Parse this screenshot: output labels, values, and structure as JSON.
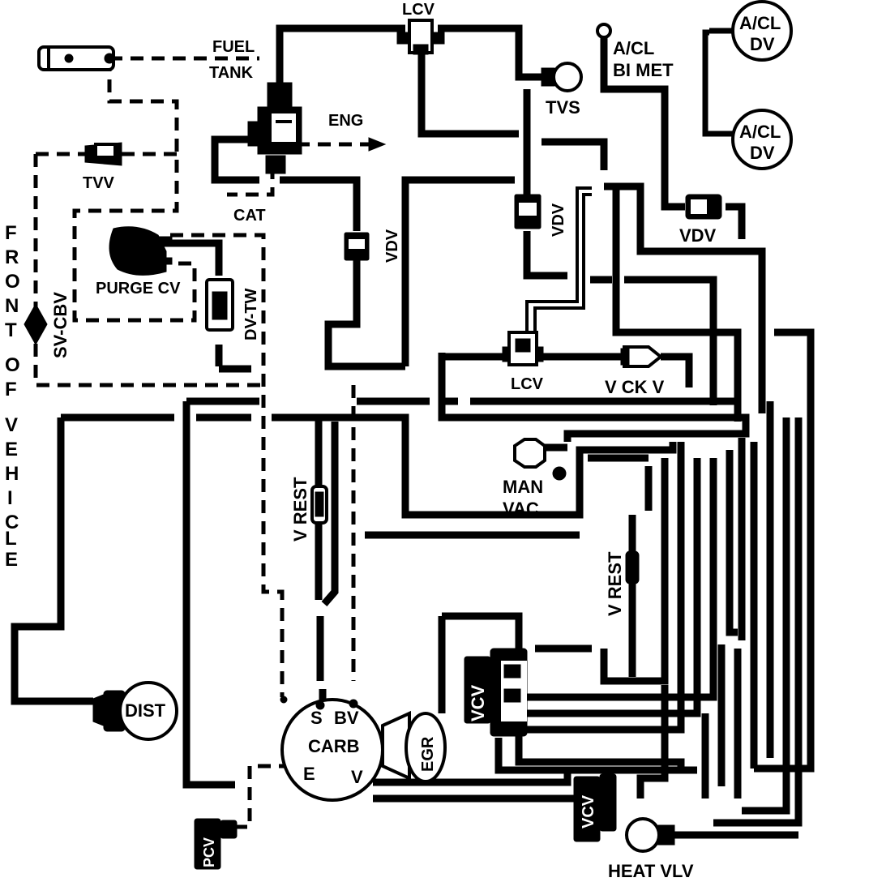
{
  "labels": {
    "lcv_top": "LCV",
    "fuel_tank_1": "FUEL",
    "fuel_tank_2": "TANK",
    "acl_bimet_1": "A/CL",
    "acl_bimet_2": "BI MET",
    "acl_dv_top_1": "A/CL",
    "acl_dv_top_2": "DV",
    "acl_dv_bot_1": "A/CL",
    "acl_dv_bot_2": "DV",
    "eng": "ENG",
    "tvs": "TVS",
    "tvv": "TVV",
    "cat": "CAT",
    "vdv_left": "VDV",
    "vdv_mid": "VDV",
    "vdv_right": "VDV",
    "purge_cv": "PURGE CV",
    "dv_tw": "DV-TW",
    "sv_cbv": "SV-CBV",
    "lcv_mid": "LCV",
    "v_ck_v": "V CK V",
    "man_vac_1": "MAN",
    "man_vac_2": "VAC",
    "v_rest_left": "V REST",
    "v_rest_right": "V REST",
    "dist": "DIST",
    "carb_s": "S",
    "carb_bv": "BV",
    "carb": "CARB",
    "carb_e": "E",
    "carb_v": "V",
    "egr": "EGR",
    "vcv_left": "VCV",
    "vcv_right": "VCV",
    "pcv": "PCV",
    "heat_vlv": "HEAT VLV"
  },
  "side_label": {
    "letters": [
      "F",
      "R",
      "O",
      "N",
      "T",
      "O",
      "F",
      "V",
      "E",
      "H",
      "I",
      "C",
      "L",
      "E"
    ]
  }
}
